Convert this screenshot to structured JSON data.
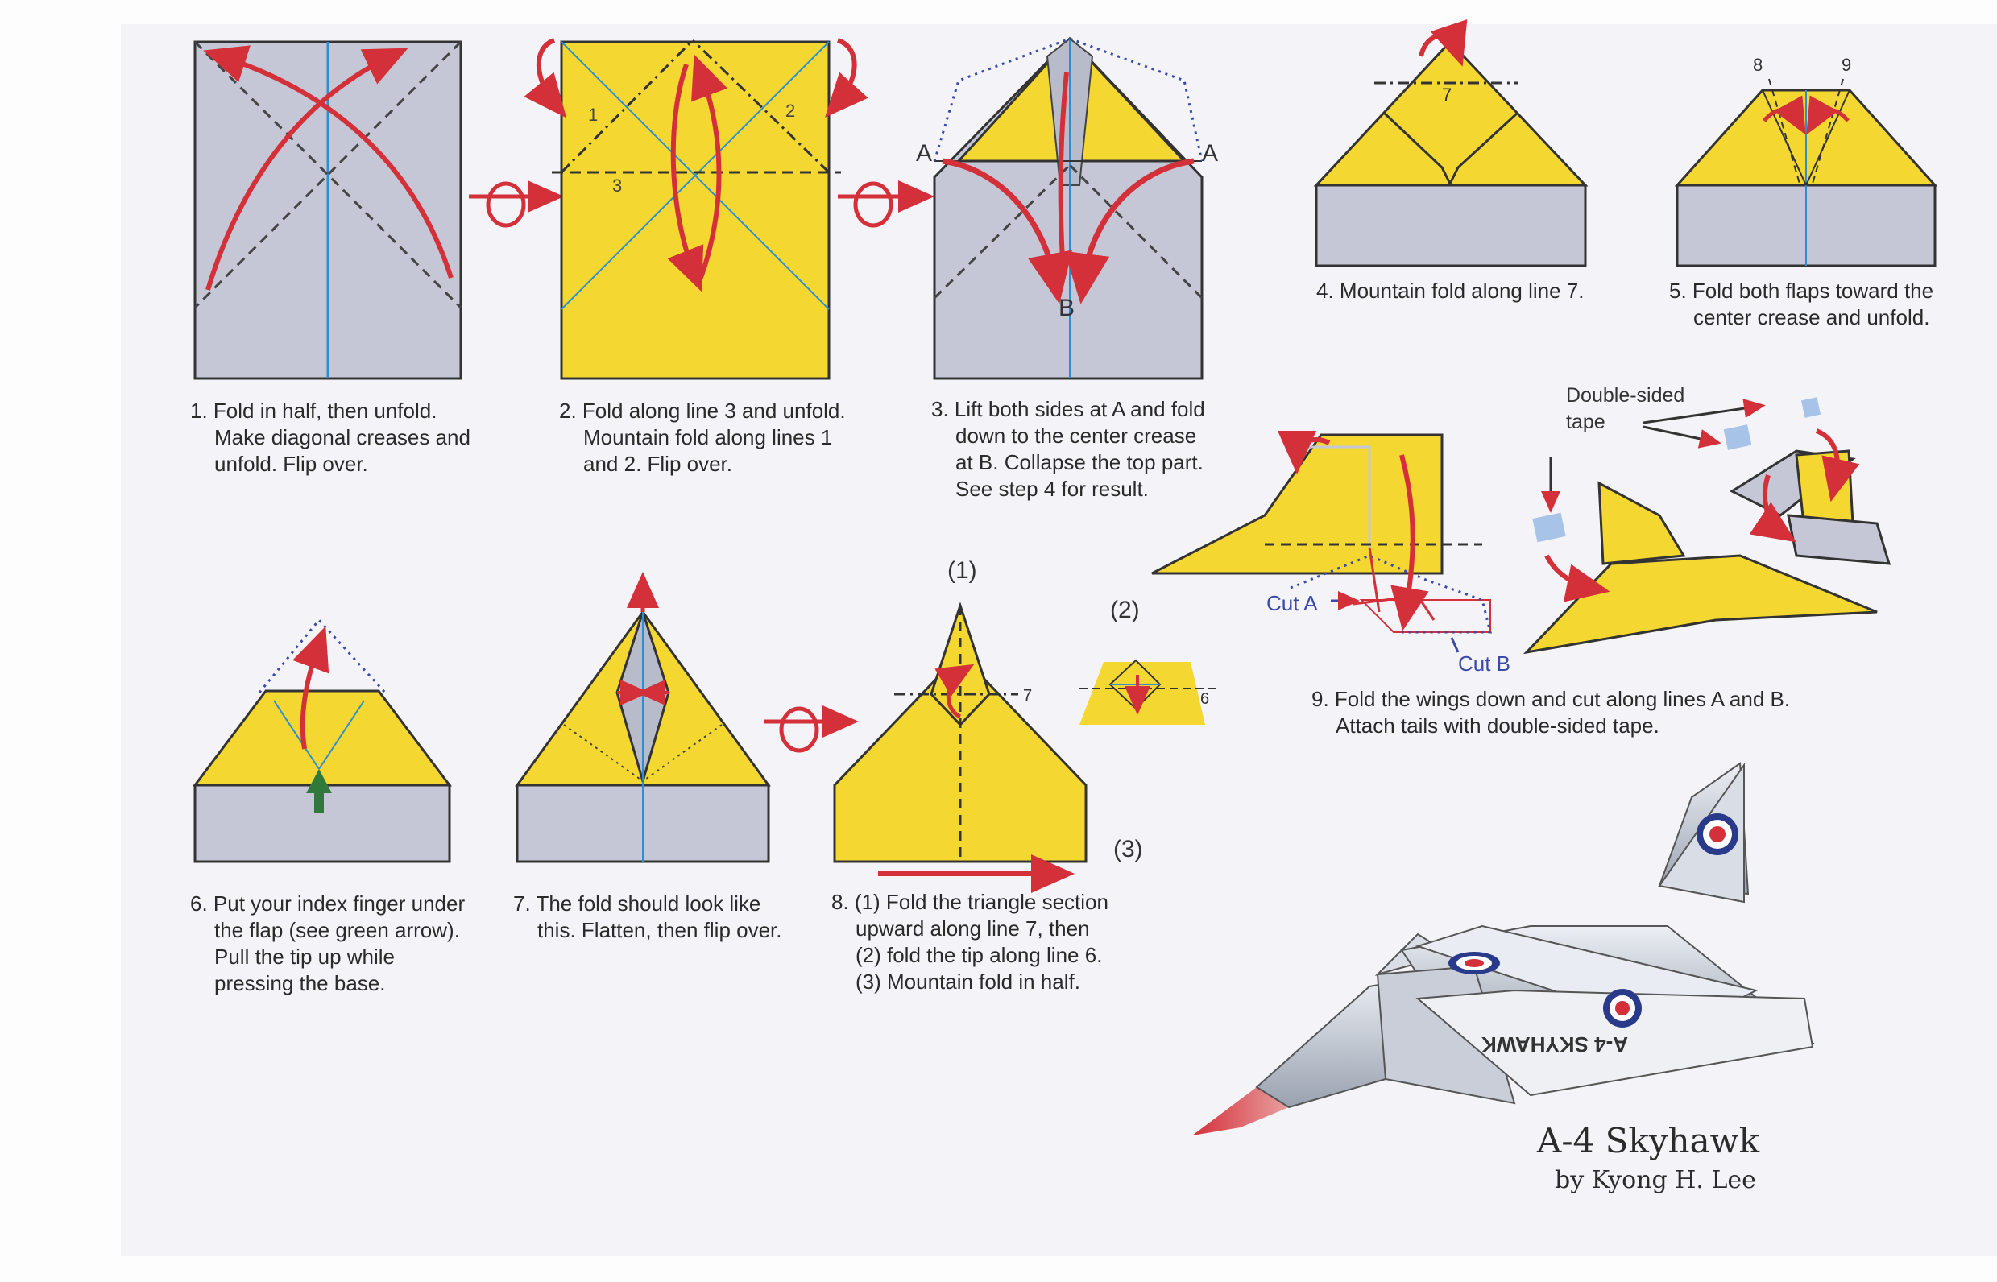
{
  "steps": [
    {
      "num": "1.",
      "lines": [
        "Fold in half, then unfold.",
        "Make diagonal creases and",
        "unfold. Flip over."
      ]
    },
    {
      "num": "2.",
      "lines": [
        "Fold along line 3 and unfold.",
        "Mountain fold along lines 1",
        "and 2. Flip over."
      ]
    },
    {
      "num": "3.",
      "lines": [
        "Lift both sides at A and fold",
        "down to the center crease",
        "at B. Collapse the top part.",
        "See step 4 for result."
      ]
    },
    {
      "num": "4.",
      "lines": [
        "Mountain fold along line 7."
      ]
    },
    {
      "num": "5.",
      "lines": [
        "Fold both flaps toward the",
        "center crease and unfold."
      ]
    },
    {
      "num": "6.",
      "lines": [
        "Put your index finger under",
        "the flap (see green arrow).",
        "Pull the tip up while",
        "pressing the base."
      ]
    },
    {
      "num": "7.",
      "lines": [
        "The fold should look like",
        "this. Flatten, then flip over."
      ]
    },
    {
      "num": "8.",
      "lines": [
        "(1) Fold the triangle section",
        "upward along line 7, then",
        "(2) fold the tip along line 6.",
        "(3) Mountain fold in half."
      ]
    },
    {
      "num": "9.",
      "lines": [
        "Fold the wings down and cut along lines A and B.",
        "Attach tails with double-sided tape."
      ]
    }
  ],
  "labels": {
    "line1": "1",
    "line2": "2",
    "line3": "3",
    "pointA": "A",
    "pointB": "B",
    "line7": "7",
    "line8": "8",
    "line9": "9",
    "line6": "6",
    "sub1": "(1)",
    "sub2": "(2)",
    "sub3": "(3)",
    "tape_line1": "Double-sided",
    "tape_line2": "tape",
    "cutA": "Cut A",
    "cutB": "Cut B",
    "fuselage_text": "A-4 SKYHAWK"
  },
  "title": {
    "name": "A-4 Skyhawk",
    "author": "by Kyong H. Lee"
  },
  "colors": {
    "paper_yellow": "#f4d831",
    "paper_gray": "#c5c7d6",
    "arrow_red": "#d4303a",
    "crease_blue": "#2e8fd0",
    "dotted_blue": "#3a4aa8",
    "finger_green": "#2f7a3a"
  }
}
